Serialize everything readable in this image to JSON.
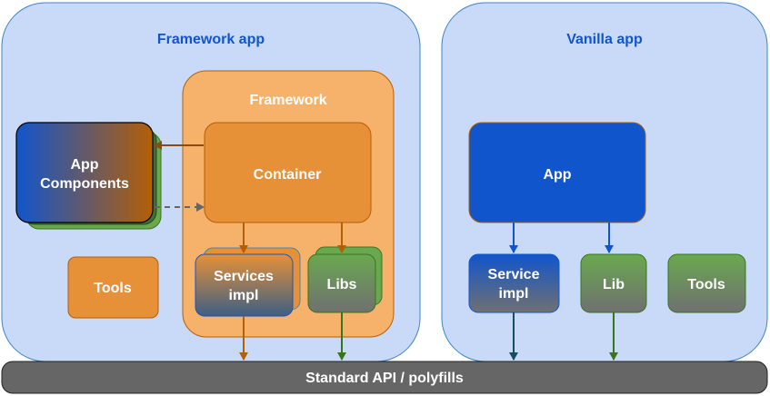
{
  "framework_app": {
    "title": "Framework app",
    "framework_title": "Framework",
    "container_label": "Container",
    "app_components_line1": "App",
    "app_components_line2": "Components",
    "tools_label": "Tools",
    "services_line1": "Services",
    "services_line2": "impl",
    "libs_label": "Libs"
  },
  "vanilla_app": {
    "title": "Vanilla app",
    "app_label": "App",
    "service_line1": "Service",
    "service_line2": "impl",
    "lib_label": "Lib",
    "tools_label": "Tools"
  },
  "standard_api": {
    "label": "Standard API / polyfills"
  },
  "colors": {
    "app_bg": "#c9daf8",
    "app_border": "#3d85c6",
    "title_blue": "#1155cc",
    "framework_bg": "#f6b26b",
    "orange": "#e69138",
    "orange_dark": "#b45f06",
    "green": "#6aa84f",
    "green_dark": "#38761d",
    "blue": "#1155cc",
    "gray": "#666666",
    "bar": "#666666"
  }
}
